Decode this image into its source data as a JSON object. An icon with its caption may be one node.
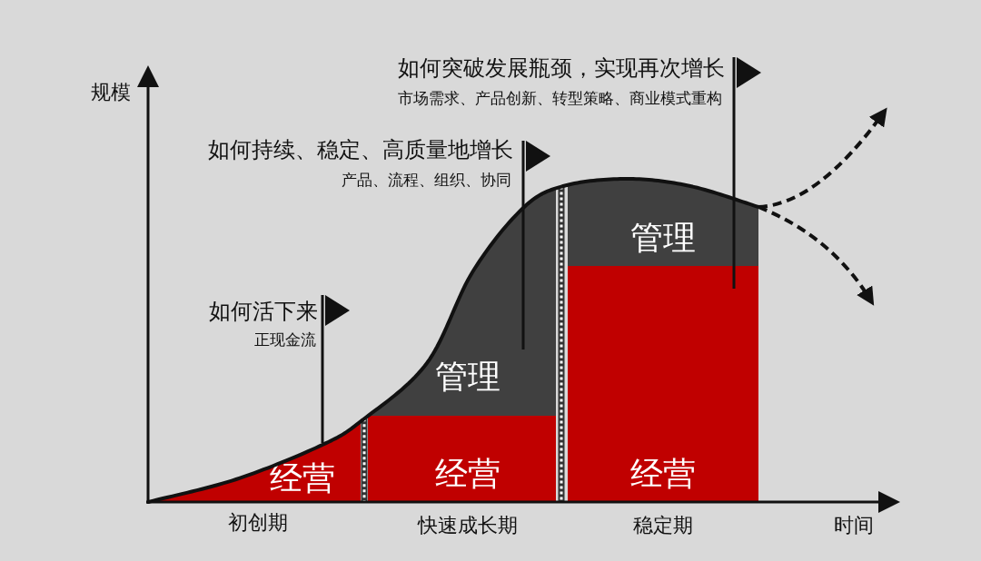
{
  "diagram": {
    "nodes": [
      {
        "text": [
          "经营"
        ]
      },
      {
        "text": [
          "经营"
        ]
      },
      {
        "text": [
          "管理"
        ]
      },
      {
        "text": [
          "经营"
        ]
      },
      {
        "text": [
          "管理"
        ]
      }
    ],
    "labels": [
      "规模",
      "如何突破发展瓶颈，实现再次增长",
      "市场需求、产品创新、转型策略、商业模式重构",
      "如何持续、稳定、高质量地增长",
      "产品、流程、组织、协同",
      "如何活下来",
      "正现金流",
      "初创期",
      "快速成长期",
      "稳定期",
      "时间"
    ]
  }
}
